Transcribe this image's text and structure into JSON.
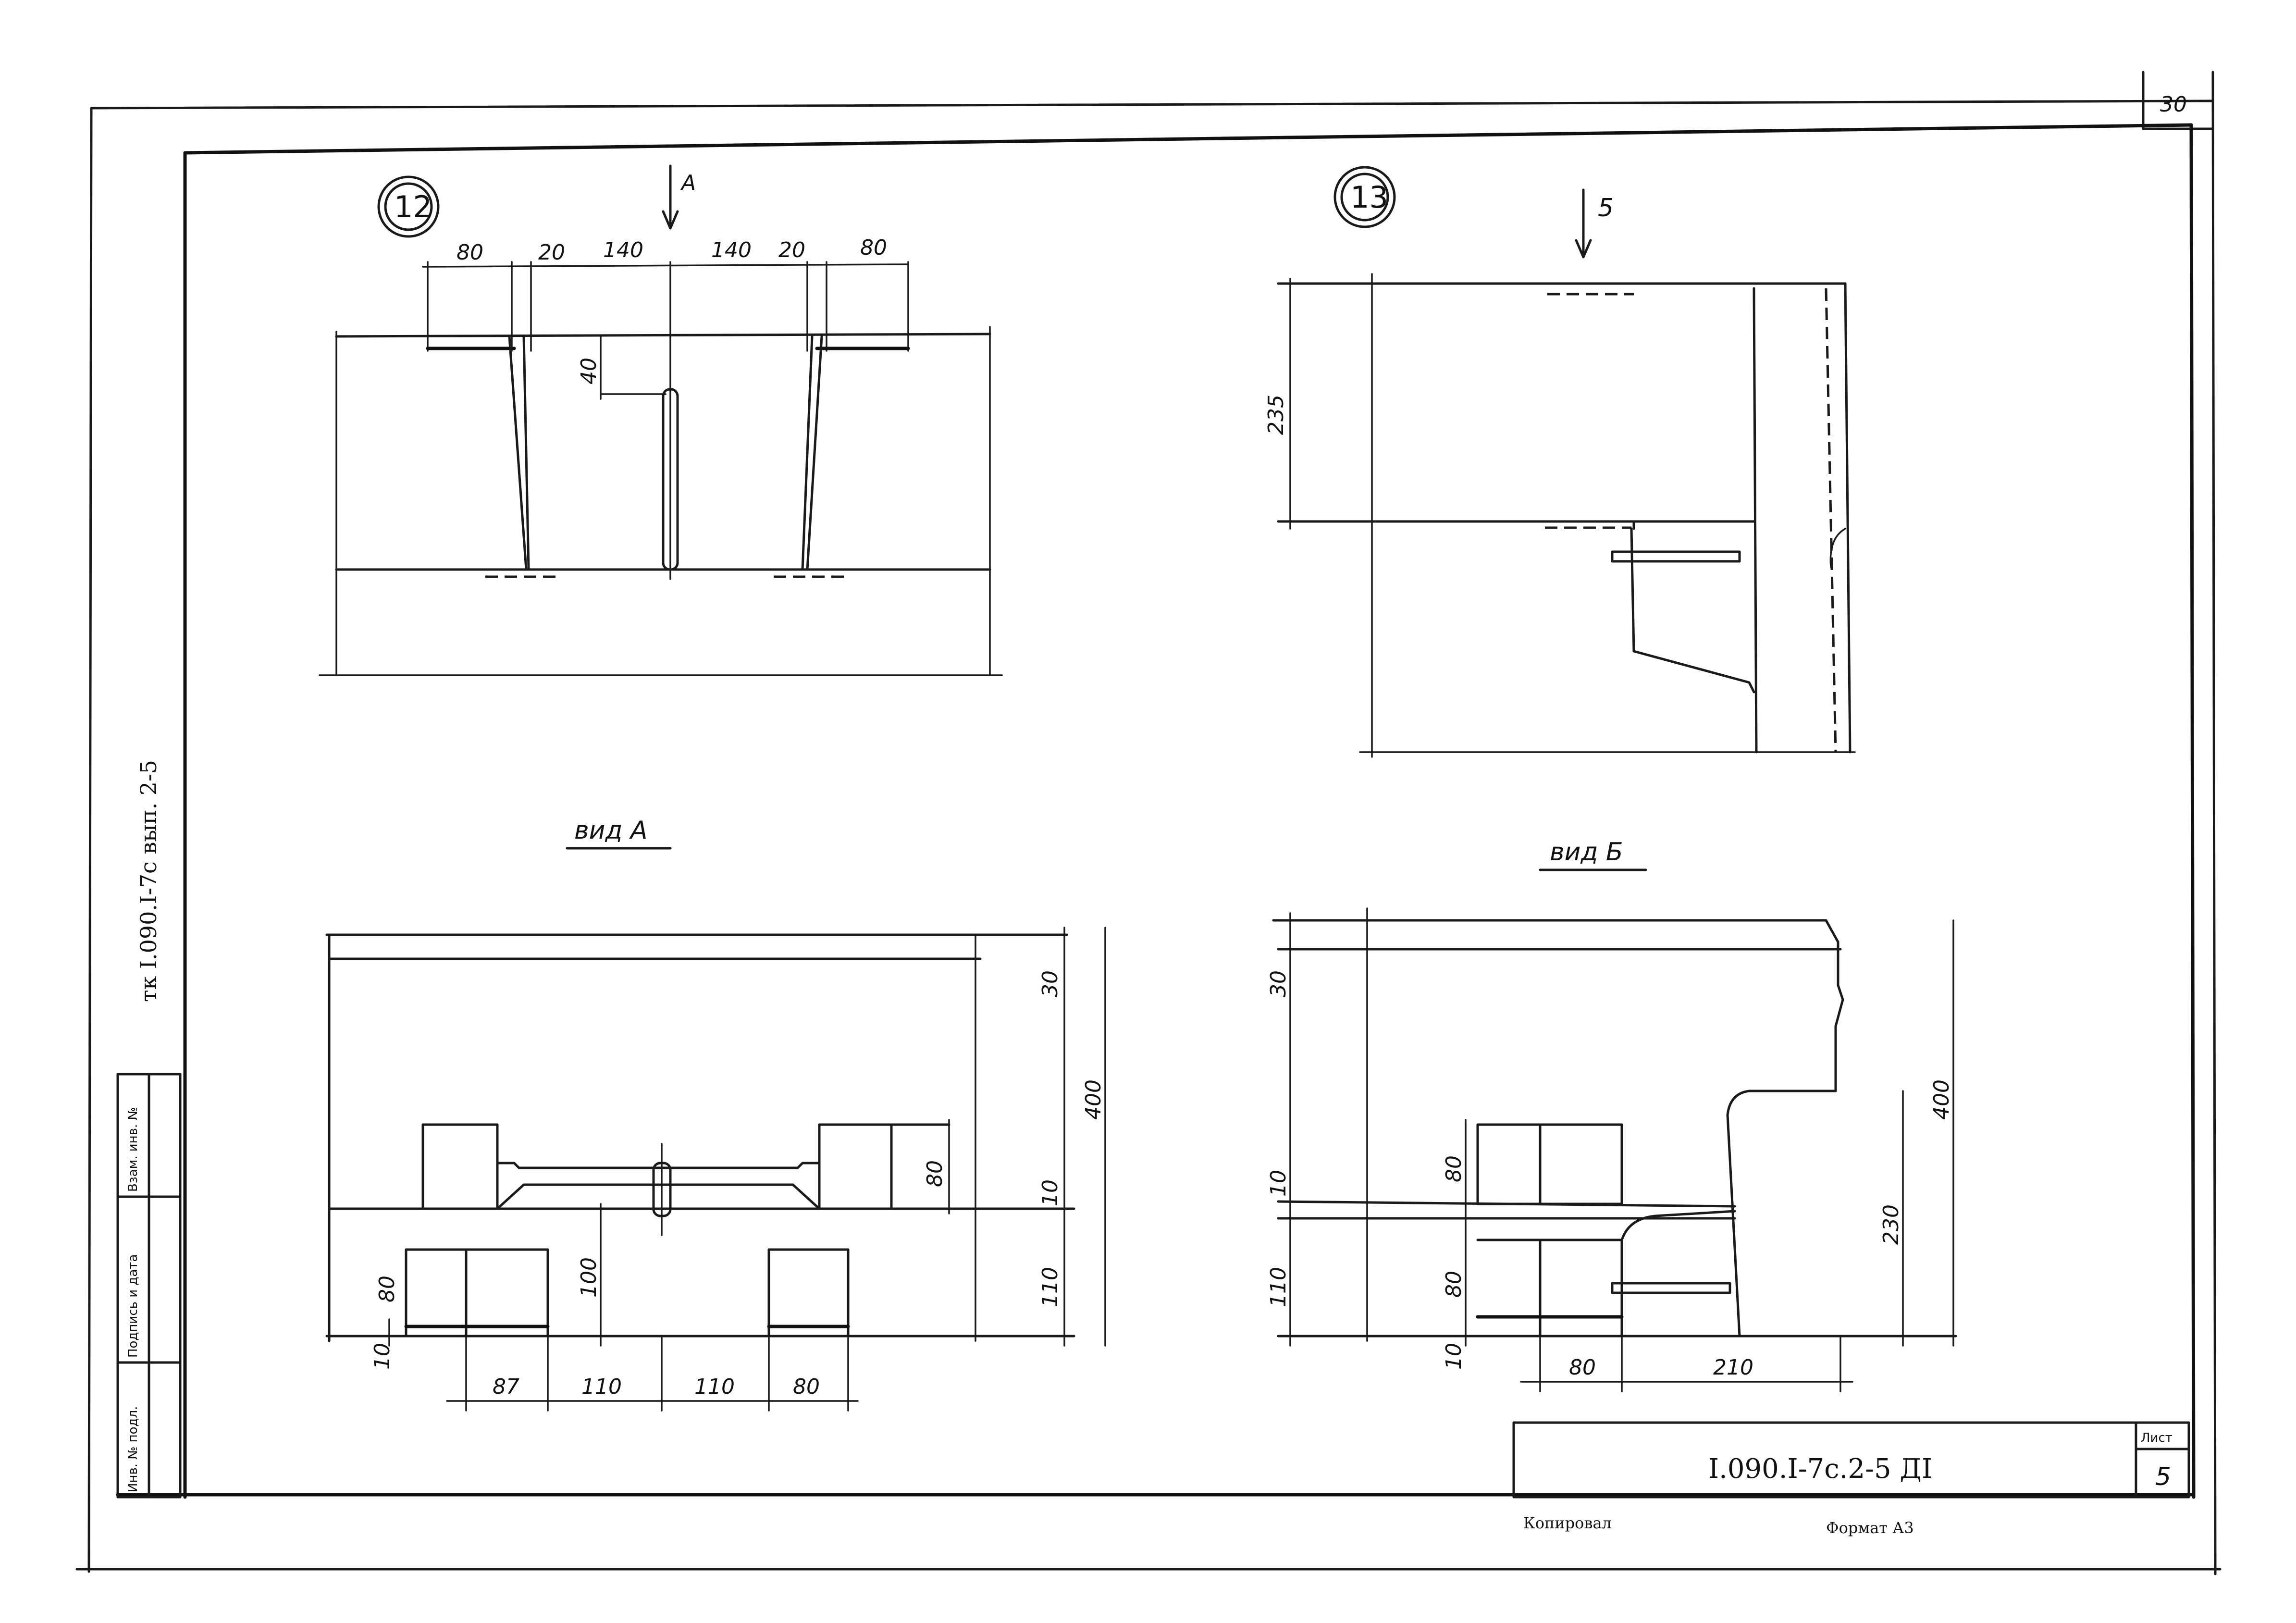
{
  "page_number": "30",
  "side_code": "тк  I.090.I-7с вып. 2-5",
  "stamp": {
    "col1": "Инв. № подл.",
    "col2": "Подпись и дата",
    "col3": "Взам. инв. №"
  },
  "detail12": {
    "callout": "12",
    "section_letter": "А",
    "top_dims": [
      "80",
      "20",
      "140",
      "140",
      "20",
      "80"
    ],
    "dim_40": "40"
  },
  "detail13": {
    "callout": "13",
    "section_letter": "5",
    "dim_235": "235"
  },
  "viewA": {
    "title": "вид  А",
    "right_dims": [
      "30",
      "400",
      "80",
      "10",
      "110"
    ],
    "left_dims": [
      "80",
      "10"
    ],
    "mid_dim": "100",
    "bottom_dims": [
      "87",
      "110",
      "110",
      "80"
    ]
  },
  "viewB": {
    "title": "вид  Б",
    "left_dims": [
      "30",
      "10",
      "110",
      "10"
    ],
    "inner_dims": [
      "80",
      "80"
    ],
    "right_dims": [
      "400",
      "230"
    ],
    "bottom_dims": [
      "80",
      "210"
    ]
  },
  "title_block": {
    "doc_code": "I.090.I-7с.2-5 ДI",
    "sheet_label": "Лист",
    "sheet_number": "5"
  },
  "footer": {
    "copied": "Копировал",
    "format": "Формат А3"
  }
}
